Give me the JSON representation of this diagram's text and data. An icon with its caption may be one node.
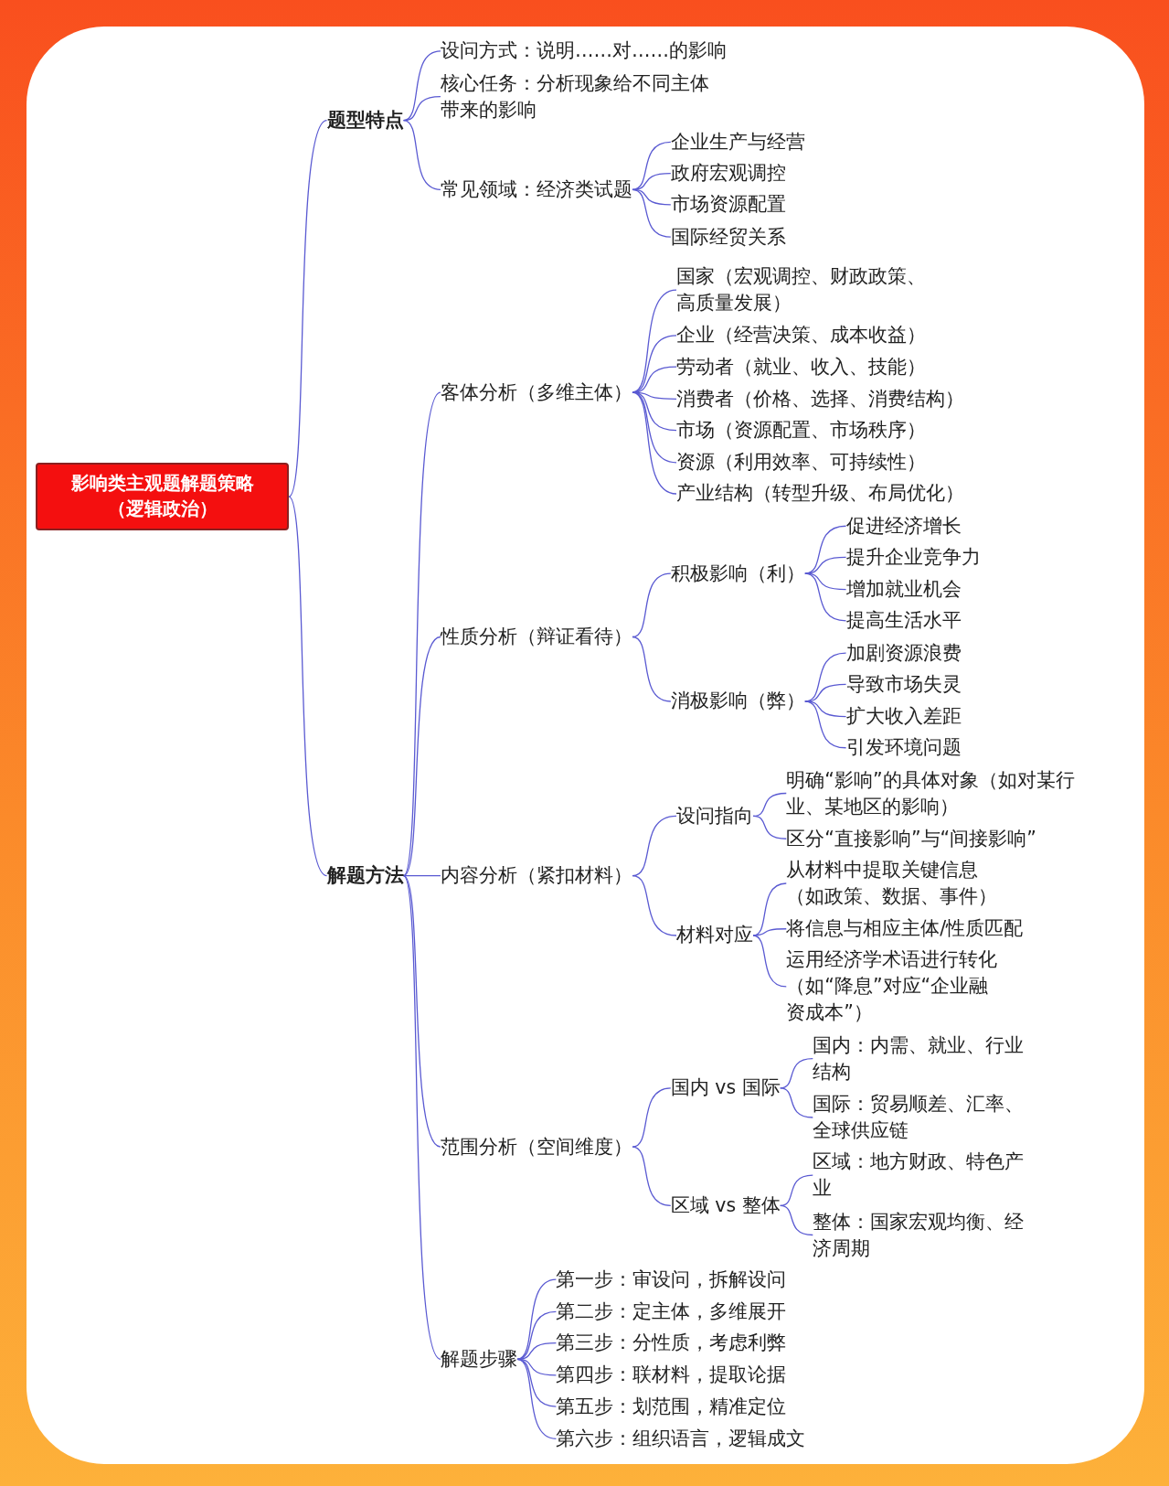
{
  "diagram": {
    "nodes": [
      {
        "text": [
          "影响类主观题解题策略（逻辑政治）"
        ]
      },
      {
        "text": [
          "题型特点"
        ]
      },
      {
        "text": [
          "设问方式：说明……对……的影响"
        ]
      },
      {
        "text": [
          "核心任务：分析现象给不同主体带来的影响"
        ]
      },
      {
        "text": [
          "常见领域：经济类试题"
        ]
      },
      {
        "text": [
          "企业生产与经营"
        ]
      },
      {
        "text": [
          "政府宏观调控"
        ]
      },
      {
        "text": [
          "市场资源配置"
        ]
      },
      {
        "text": [
          "国际经贸关系"
        ]
      },
      {
        "text": [
          "解题方法"
        ]
      },
      {
        "text": [
          "客体分析（多维主体）"
        ]
      },
      {
        "text": [
          "国家（宏观调控、财政政策、高质量发展）"
        ]
      },
      {
        "text": [
          "企业（经营决策、成本收益）"
        ]
      },
      {
        "text": [
          "劳动者（就业、收入、技能）"
        ]
      },
      {
        "text": [
          "消费者（价格、选择、消费结构）"
        ]
      },
      {
        "text": [
          "市场（资源配置、市场秩序）"
        ]
      },
      {
        "text": [
          "资源（利用效率、可持续性）"
        ]
      },
      {
        "text": [
          "产业结构（转型升级、布局优化）"
        ]
      },
      {
        "text": [
          "性质分析（辩证看待）"
        ]
      },
      {
        "text": [
          "积极影响（利）"
        ]
      },
      {
        "text": [
          "促进经济增长"
        ]
      },
      {
        "text": [
          "提升企业竞争力"
        ]
      },
      {
        "text": [
          "增加就业机会"
        ]
      },
      {
        "text": [
          "提高生活水平"
        ]
      },
      {
        "text": [
          "消极影响（弊）"
        ]
      },
      {
        "text": [
          "加剧资源浪费"
        ]
      },
      {
        "text": [
          "导致市场失灵"
        ]
      },
      {
        "text": [
          "扩大收入差距"
        ]
      },
      {
        "text": [
          "引发环境问题"
        ]
      },
      {
        "text": [
          "内容分析（紧扣材料）"
        ]
      },
      {
        "text": [
          "设问指向"
        ]
      },
      {
        "text": [
          "明确“影响”的具体对象（如对某行业、某地区的影响）"
        ]
      },
      {
        "text": [
          "区分“直接影响”与“间接影响”"
        ]
      },
      {
        "text": [
          "材料对应"
        ]
      },
      {
        "text": [
          "从材料中提取关键信息（如政策、数据、事件）"
        ]
      },
      {
        "text": [
          "将信息与相应主体/性质匹配"
        ]
      },
      {
        "text": [
          "运用经济学术语进行转化（如“降息”对应“企业融资成本”）"
        ]
      },
      {
        "text": [
          "范围分析（空间维度）"
        ]
      },
      {
        "text": [
          "国内 vs 国际"
        ]
      },
      {
        "text": [
          "国内：内需、就业、行业结构"
        ]
      },
      {
        "text": [
          "国际：贸易顺差、汇率、全球供应链"
        ]
      },
      {
        "text": [
          "区域 vs 整体"
        ]
      },
      {
        "text": [
          "区域：地方财政、特色产业"
        ]
      },
      {
        "text": [
          "整体：国家宏观均衡、经济周期"
        ]
      },
      {
        "text": [
          "解题步骤"
        ]
      },
      {
        "text": [
          "第一步：审设问，拆解设问"
        ]
      },
      {
        "text": [
          "第二步：定主体，多维展开"
        ]
      },
      {
        "text": [
          "第三步：分性质，考虑利弊"
        ]
      },
      {
        "text": [
          "第四步：联材料，提取论据"
        ]
      },
      {
        "text": [
          "第五步：划范围，精准定位"
        ]
      },
      {
        "text": [
          "第六步：组织语言，逻辑成文"
        ]
      }
    ],
    "edges": [
      {
        "from": 0,
        "to": 1,
        "arrow": "none"
      },
      {
        "from": 1,
        "to": 2,
        "arrow": "none"
      },
      {
        "from": 1,
        "to": 3,
        "arrow": "none"
      },
      {
        "from": 1,
        "to": 4,
        "arrow": "none"
      },
      {
        "from": 4,
        "to": 5,
        "arrow": "none"
      },
      {
        "from": 4,
        "to": 6,
        "arrow": "none"
      },
      {
        "from": 4,
        "to": 7,
        "arrow": "none"
      },
      {
        "from": 4,
        "to": 8,
        "arrow": "none"
      },
      {
        "from": 0,
        "to": 9,
        "arrow": "none"
      },
      {
        "from": 9,
        "to": 10,
        "arrow": "none"
      },
      {
        "from": 10,
        "to": 11,
        "arrow": "none"
      },
      {
        "from": 10,
        "to": 12,
        "arrow": "none"
      },
      {
        "from": 10,
        "to": 13,
        "arrow": "none"
      },
      {
        "from": 10,
        "to": 14,
        "arrow": "none"
      },
      {
        "from": 10,
        "to": 15,
        "arrow": "none"
      },
      {
        "from": 10,
        "to": 16,
        "arrow": "none"
      },
      {
        "from": 10,
        "to": 17,
        "arrow": "none"
      },
      {
        "from": 9,
        "to": 18,
        "arrow": "none"
      },
      {
        "from": 18,
        "to": 19,
        "arrow": "none"
      },
      {
        "from": 19,
        "to": 20,
        "arrow": "none"
      },
      {
        "from": 19,
        "to": 21,
        "arrow": "none"
      },
      {
        "from": 19,
        "to": 22,
        "arrow": "none"
      },
      {
        "from": 19,
        "to": 23,
        "arrow": "none"
      },
      {
        "from": 18,
        "to": 24,
        "arrow": "none"
      },
      {
        "from": 24,
        "to": 25,
        "arrow": "none"
      },
      {
        "from": 24,
        "to": 26,
        "arrow": "none"
      },
      {
        "from": 24,
        "to": 27,
        "arrow": "none"
      },
      {
        "from": 24,
        "to": 28,
        "arrow": "none"
      },
      {
        "from": 9,
        "to": 29,
        "arrow": "none"
      },
      {
        "from": 29,
        "to": 30,
        "arrow": "none"
      },
      {
        "from": 30,
        "to": 31,
        "arrow": "none"
      },
      {
        "from": 30,
        "to": 32,
        "arrow": "none"
      },
      {
        "from": 29,
        "to": 33,
        "arrow": "none"
      },
      {
        "from": 33,
        "to": 34,
        "arrow": "none"
      },
      {
        "from": 33,
        "to": 35,
        "arrow": "none"
      },
      {
        "from": 33,
        "to": 36,
        "arrow": "none"
      },
      {
        "from": 9,
        "to": 37,
        "arrow": "none"
      },
      {
        "from": 37,
        "to": 38,
        "arrow": "none"
      },
      {
        "from": 38,
        "to": 39,
        "arrow": "none"
      },
      {
        "from": 38,
        "to": 40,
        "arrow": "none"
      },
      {
        "from": 37,
        "to": 41,
        "arrow": "none"
      },
      {
        "from": 41,
        "to": 42,
        "arrow": "none"
      },
      {
        "from": 41,
        "to": 43,
        "arrow": "none"
      },
      {
        "from": 9,
        "to": 44,
        "arrow": "none"
      },
      {
        "from": 44,
        "to": 45,
        "arrow": "none"
      },
      {
        "from": 44,
        "to": 46,
        "arrow": "none"
      },
      {
        "from": 44,
        "to": 47,
        "arrow": "none"
      },
      {
        "from": 44,
        "to": 48,
        "arrow": "none"
      },
      {
        "from": 44,
        "to": 49,
        "arrow": "none"
      },
      {
        "from": 44,
        "to": 50,
        "arrow": "none"
      }
    ]
  }
}
